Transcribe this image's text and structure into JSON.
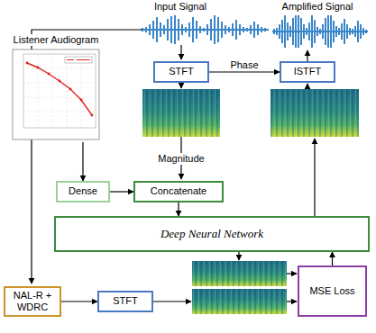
{
  "diagram": {
    "nodes": [
      {
        "text": [
          "Listener Audiogram"
        ]
      },
      {
        "text": [
          "STFT"
        ]
      },
      {
        "text": [
          "ISTFT"
        ]
      },
      {
        "text": [
          "Dense"
        ]
      },
      {
        "text": [
          "Concatenate"
        ]
      },
      {
        "text": [
          "Deep Neural Network"
        ]
      },
      {
        "text": [
          "NAL-R + WDRC"
        ]
      },
      {
        "text": [
          "STFT"
        ]
      },
      {
        "text": [
          "MSE Loss"
        ]
      }
    ],
    "edges": [
      {
        "from": 1,
        "to": 2,
        "label": "Phase",
        "arrow": "to"
      },
      {
        "from": 0,
        "to": 3,
        "arrow": "to"
      },
      {
        "from": 3,
        "to": 4,
        "arrow": "to"
      },
      {
        "from": 4,
        "to": 5,
        "arrow": "to"
      },
      {
        "from": 6,
        "to": 7,
        "arrow": "to"
      },
      {
        "from": 8,
        "to": 5,
        "arrow": "to"
      }
    ],
    "labels": [
      "Input Signal",
      "Amplified Signal",
      "Magnitude"
    ]
  }
}
